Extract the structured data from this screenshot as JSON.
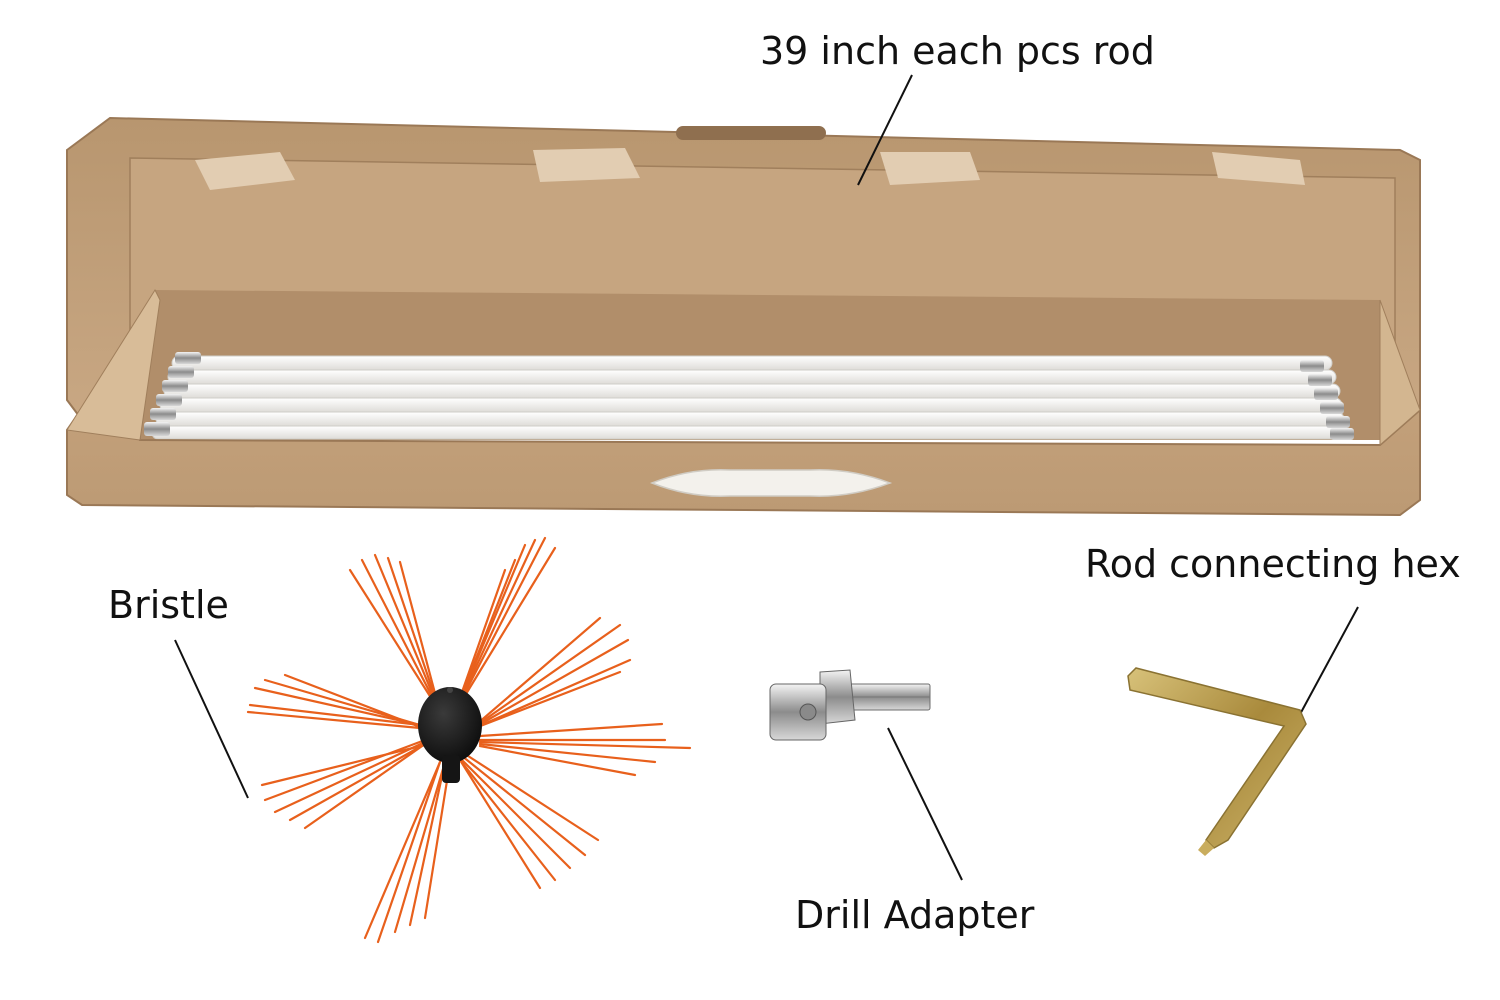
{
  "labels": {
    "rod": "39 inch each pcs rod",
    "bristle": "Bristle",
    "hex": "Rod connecting hex",
    "drill": "Drill Adapter"
  },
  "colors": {
    "cardboard": "#c4a27c",
    "cardboard_dark": "#a98561",
    "bristle": "#e8601c",
    "rod": "#f2f2f0",
    "hex_key": "#b89a4a",
    "text": "#111111"
  },
  "items": {
    "rod_count": 6
  }
}
